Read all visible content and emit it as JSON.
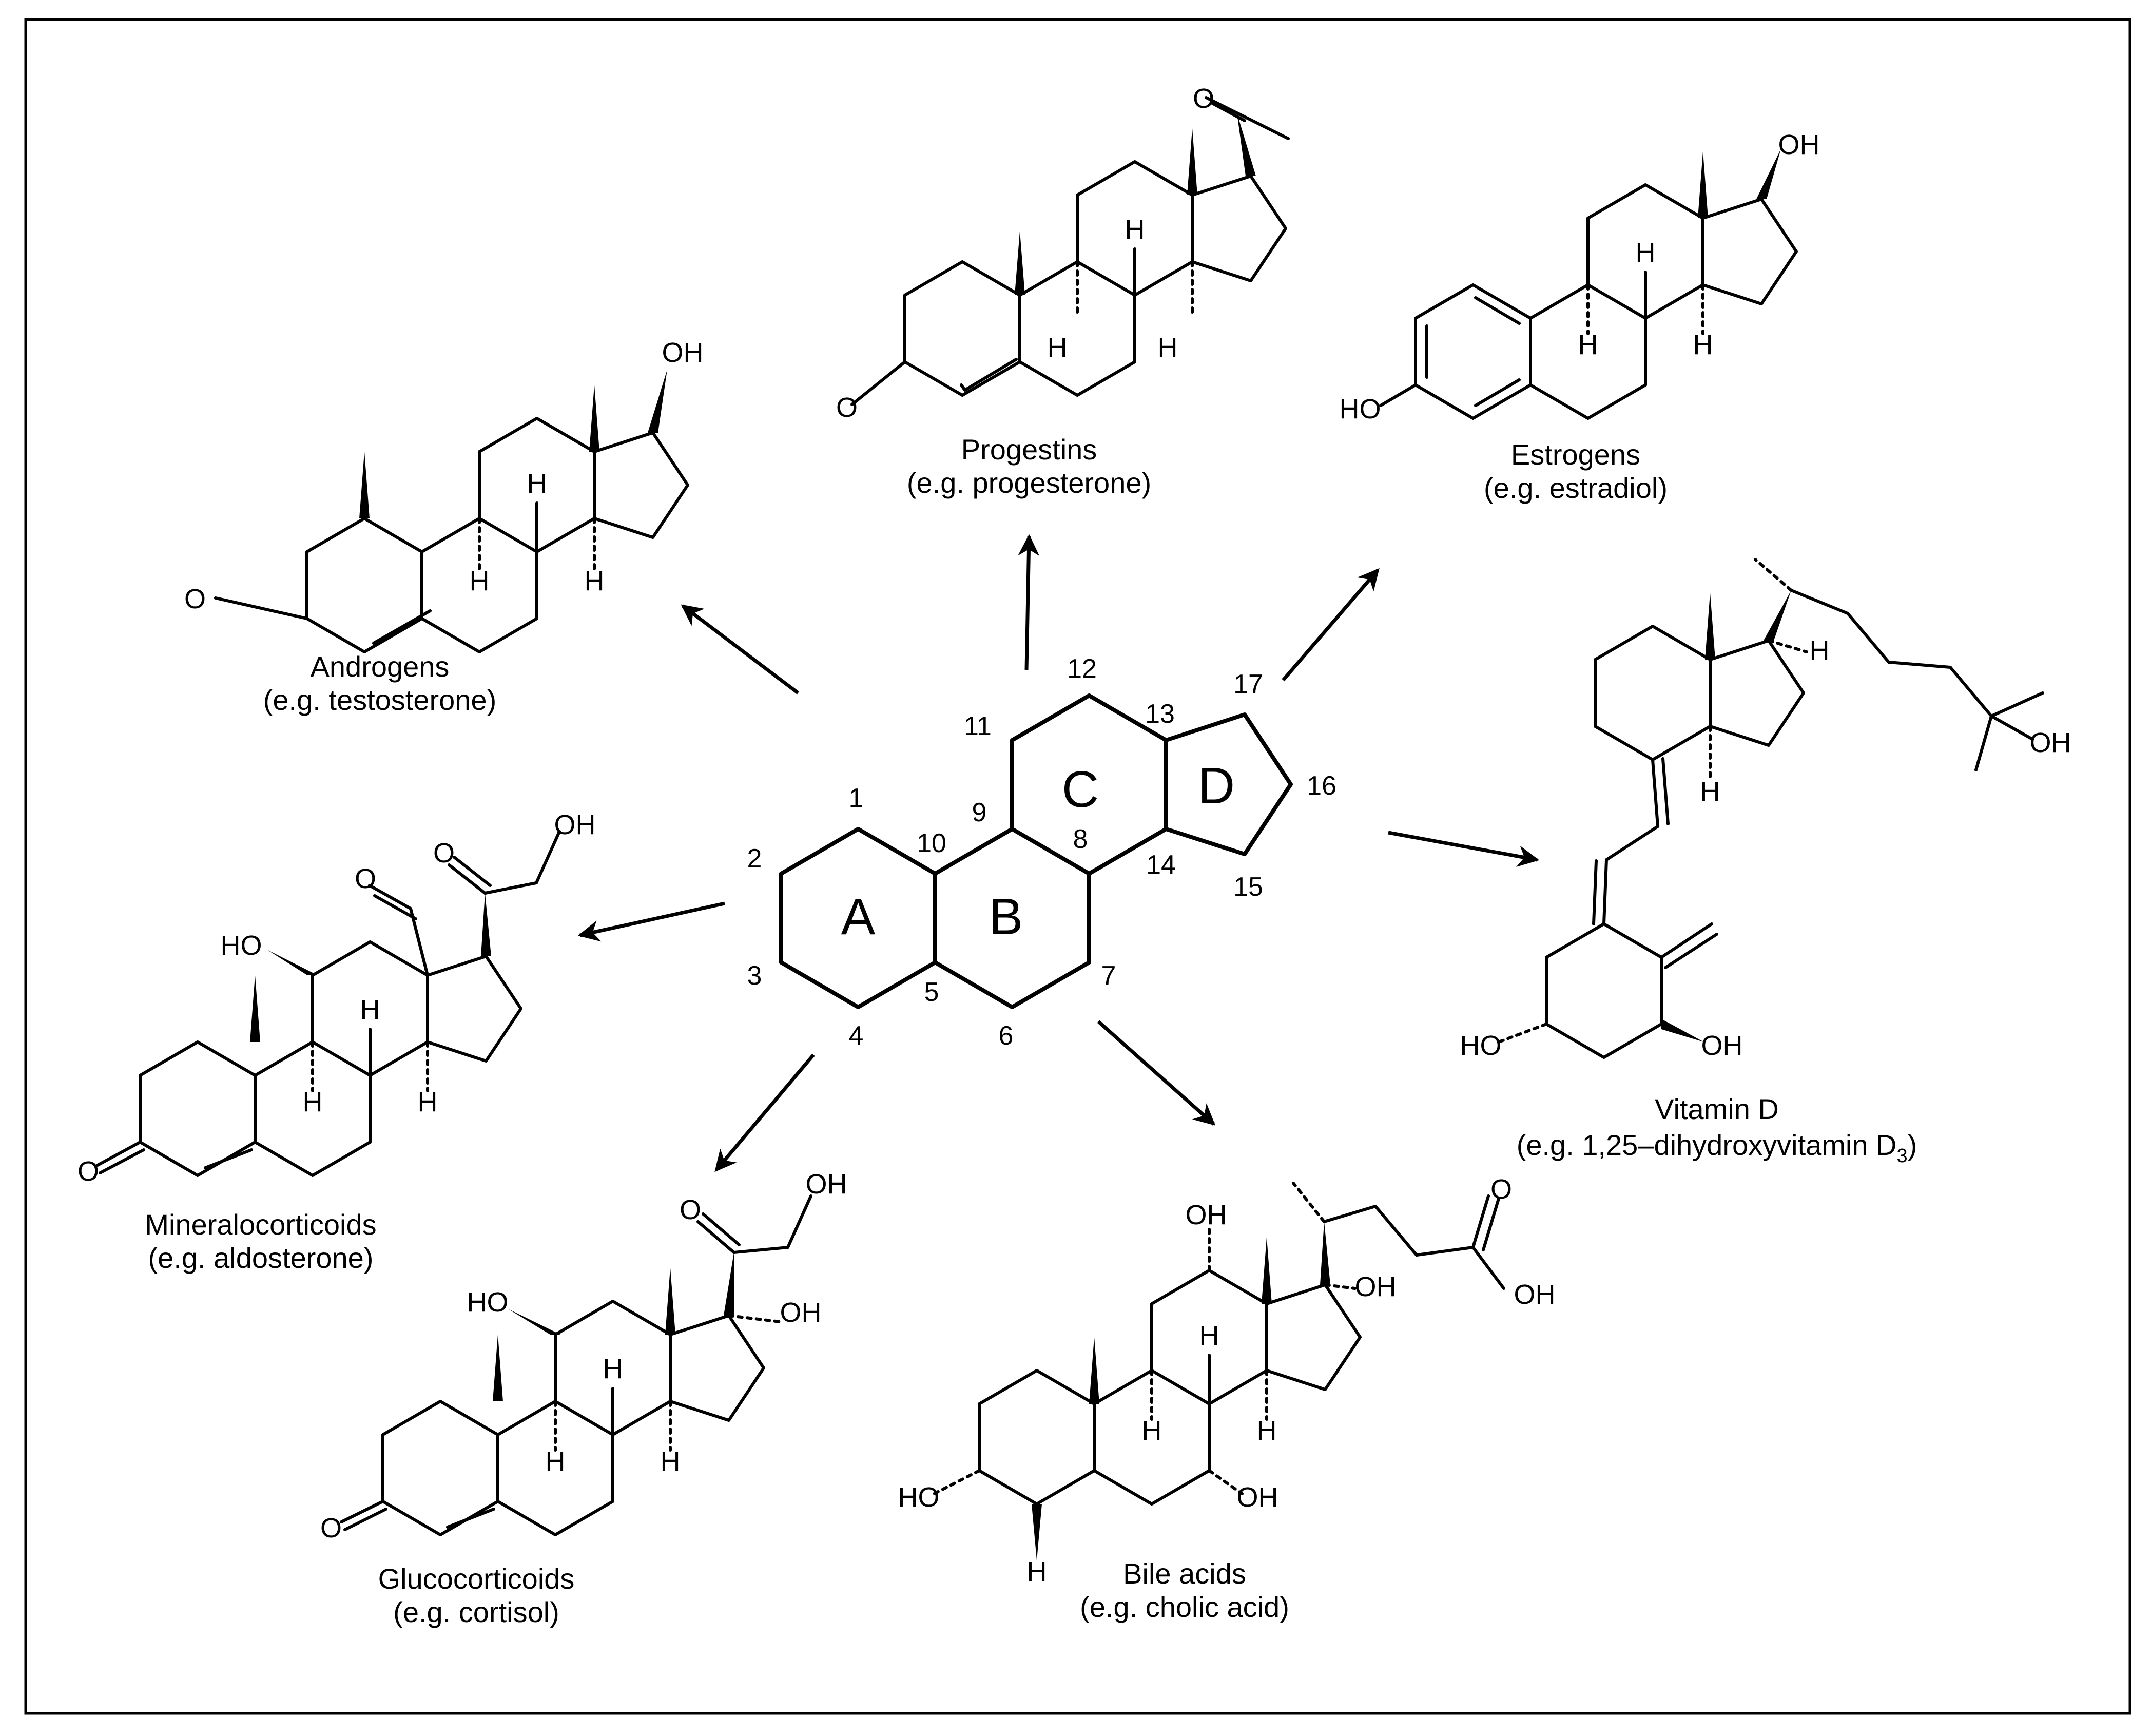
{
  "core": {
    "numbers": [
      "1",
      "2",
      "3",
      "4",
      "5",
      "6",
      "7",
      "8",
      "9",
      "10",
      "11",
      "12",
      "13",
      "14",
      "15",
      "16",
      "17"
    ],
    "rings": [
      "A",
      "B",
      "C",
      "D"
    ]
  },
  "classes": [
    {
      "name": "Androgens",
      "example": "(e.g. testosterone)"
    },
    {
      "name": "Progestins",
      "example": "(e.g. progesterone)"
    },
    {
      "name": "Estrogens",
      "example": "(e.g. estradiol)"
    },
    {
      "name": "Vitamin D",
      "example": "(e.g. 1,25–dihydroxyvitamin D",
      "example_sub": "3",
      "example_end": ")"
    },
    {
      "name": "Mineralocorticoids",
      "example": "(e.g. aldosterone)"
    },
    {
      "name": "Glucocorticoids",
      "example": "(e.g. cortisol)"
    },
    {
      "name": "Bile acids",
      "example": "(e.g. cholic acid)"
    }
  ],
  "atoms": {
    "h": "H",
    "o": "O",
    "oh": "OH",
    "ho": "HO"
  }
}
